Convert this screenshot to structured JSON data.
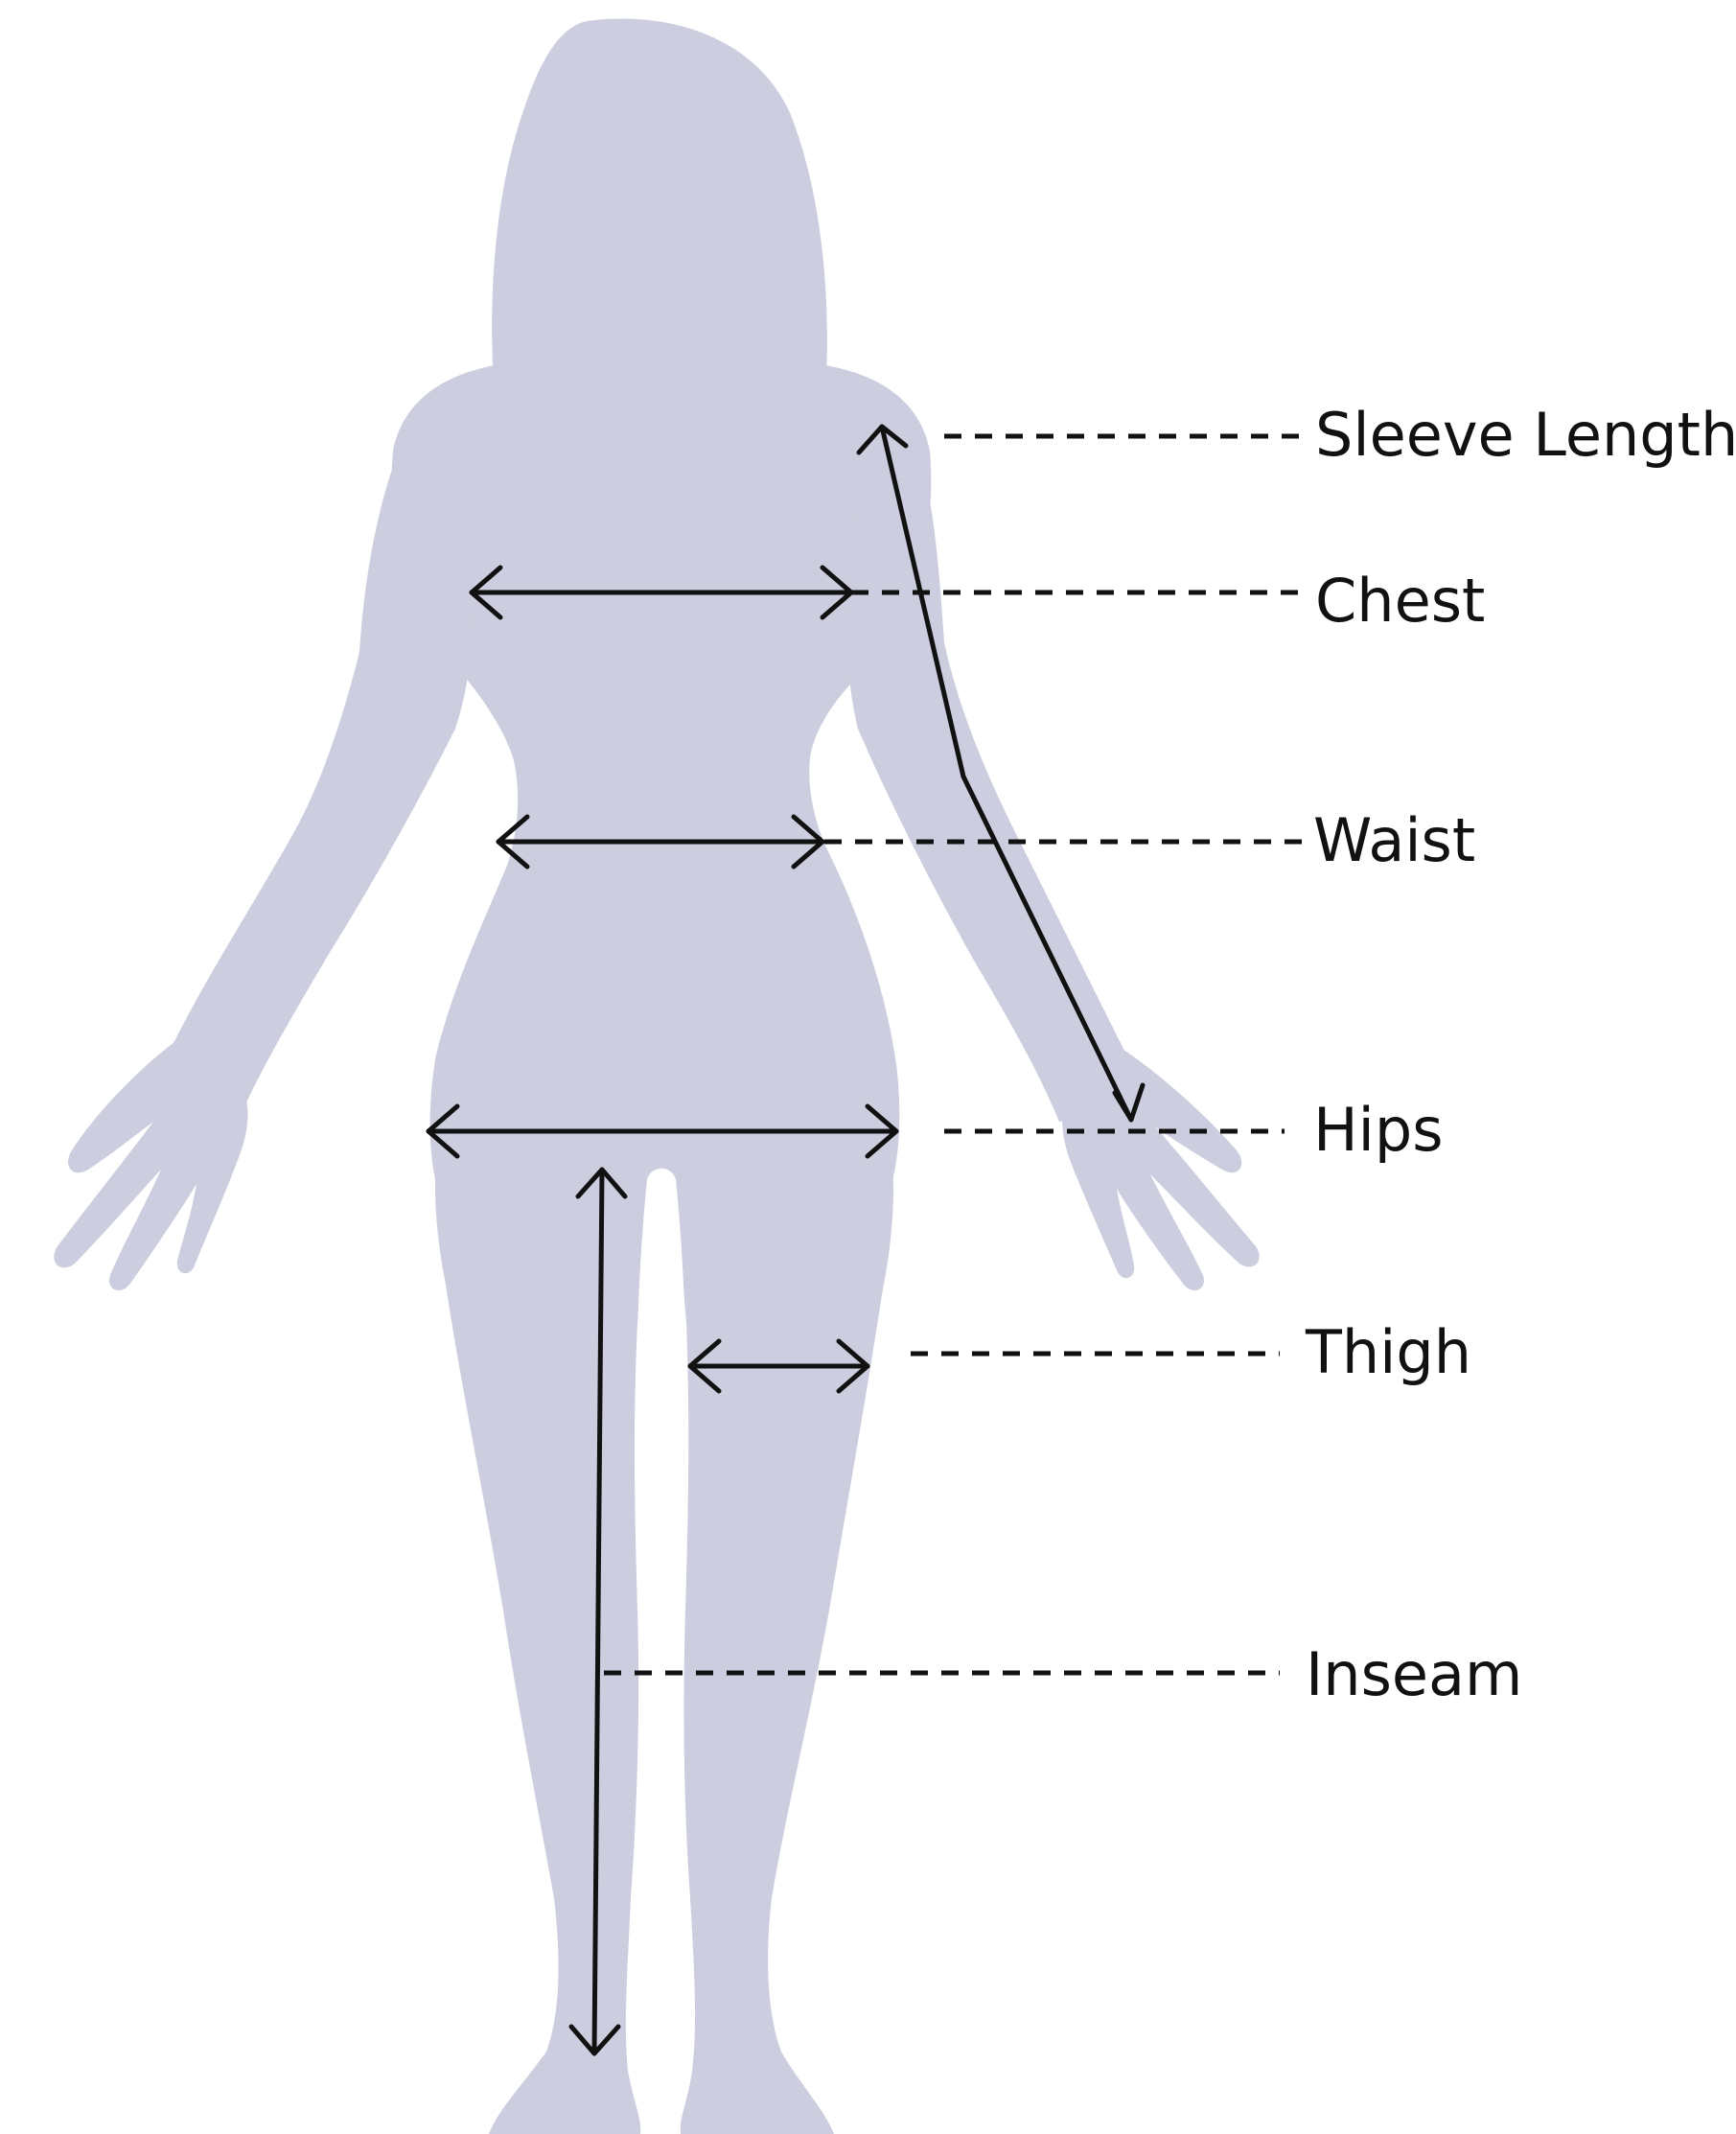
{
  "labels": {
    "sleeve_length": "Sleeve Length",
    "chest": "Chest",
    "waist": "Waist",
    "hips": "Hips",
    "thigh": "Thigh",
    "inseam": "Inseam"
  },
  "colors": {
    "silhouette": "#cccedf",
    "lines": "#111111",
    "background": "#ffffff"
  }
}
